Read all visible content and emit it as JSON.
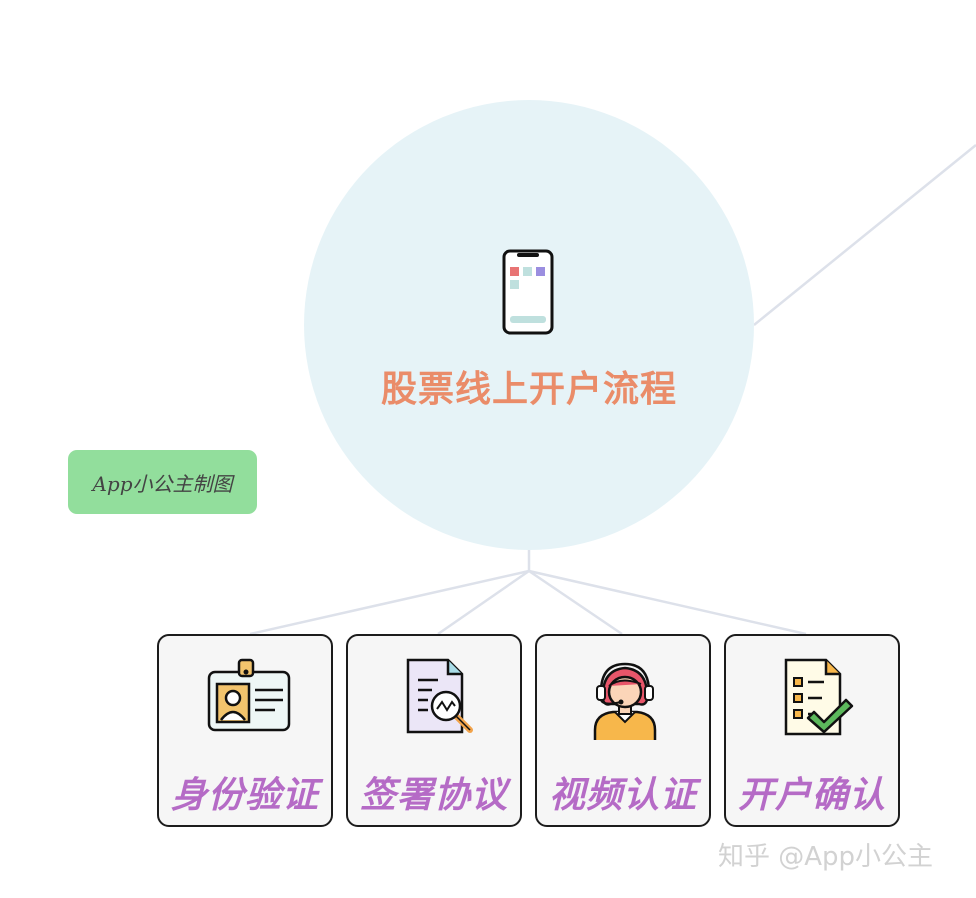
{
  "center": {
    "title": "股票线上开户流程",
    "icon": "smartphone-icon"
  },
  "tag": {
    "label": "App小公主制图"
  },
  "steps": [
    {
      "label": "身份验证",
      "icon": "id-card-icon"
    },
    {
      "label": "签署协议",
      "icon": "document-search-icon"
    },
    {
      "label": "视频认证",
      "icon": "support-agent-icon"
    },
    {
      "label": "开户确认",
      "icon": "checklist-icon"
    }
  ],
  "watermark": {
    "text": "知乎 @App小公主"
  },
  "colors": {
    "circle_bg": "#e6f3f7",
    "title": "#ea8c69",
    "tag_bg": "#92de9c",
    "step_label": "#b56bc6",
    "card_bg": "#f6f6f6",
    "connector": "#dde1ea"
  }
}
